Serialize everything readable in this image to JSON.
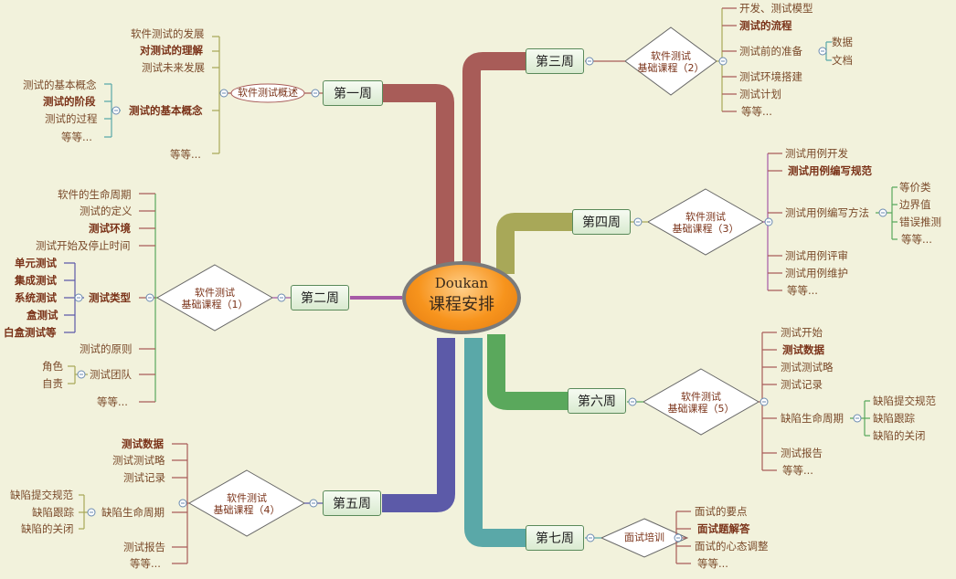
{
  "center": {
    "line1": "Doukan",
    "line2": "课程安排"
  },
  "weeks": {
    "w1": "第一周",
    "w2": "第二周",
    "w3": "第三周",
    "w4": "第四周",
    "w5": "第五周",
    "w6": "第六周",
    "w7": "第七周"
  },
  "colors": {
    "w1": "#a85c58",
    "w2": "#a65aa6",
    "w3": "#a85c58",
    "w4": "#a8a858",
    "w5": "#5c5aa8",
    "w6": "#5aa85c",
    "w7": "#5aa8a8",
    "center_fill": "#f7941d"
  },
  "week1": {
    "topic": "软件测试概述",
    "items": [
      "软件测试的发展",
      "对测试的理解",
      "测试未来发展",
      "测试的基本概念",
      "等等..."
    ],
    "sub": [
      "测试的基本概念",
      "测试的阶段",
      "测试的过程",
      "等等..."
    ]
  },
  "week2": {
    "topic1": "软件测试",
    "topic2": "基础课程（1）",
    "items": [
      "软件的生命周期",
      "测试的定义",
      "测试环境",
      "测试开始及停止时间",
      "测试类型",
      "测试的原则",
      "测试团队",
      "等等..."
    ],
    "types": [
      "单元测试",
      "集成测试",
      "系统测试",
      "盒测试",
      "白盒测试等"
    ],
    "team": [
      "角色",
      "自责"
    ]
  },
  "week3": {
    "topic1": "软件测试",
    "topic2": "基础课程（2）",
    "items": [
      "开发、测试模型",
      "测试的流程",
      "测试前的准备",
      "测试环境搭建",
      "测试计划",
      "等等..."
    ],
    "prep": [
      "数据",
      "文档"
    ]
  },
  "week4": {
    "topic1": "软件测试",
    "topic2": "基础课程（3）",
    "items": [
      "测试用例开发",
      "测试用例编写规范",
      "测试用例编写方法",
      "测试用例评审",
      "测试用例维护",
      "等等..."
    ],
    "methods": [
      "等价类",
      "边界值",
      "错误推测",
      "等等..."
    ]
  },
  "week5": {
    "topic1": "软件测试",
    "topic2": "基础课程（4）",
    "items": [
      "测试数据",
      "测试测试略",
      "测试记录",
      "缺陷生命周期",
      "测试报告",
      "等等..."
    ],
    "defects": [
      "缺陷提交规范",
      "缺陷跟踪",
      "缺陷的关闭"
    ]
  },
  "week6": {
    "topic1": "软件测试",
    "topic2": "基础课程（5）",
    "items": [
      "测试开始",
      "测试数据",
      "测试测试略",
      "测试记录",
      "缺陷生命周期",
      "测试报告",
      "等等..."
    ],
    "defects": [
      "缺陷提交规范",
      "缺陷跟踪",
      "缺陷的关闭"
    ]
  },
  "week7": {
    "topic": "面试培训",
    "items": [
      "面试的要点",
      "面试题解答",
      "面试的心态调整",
      "等等..."
    ]
  }
}
